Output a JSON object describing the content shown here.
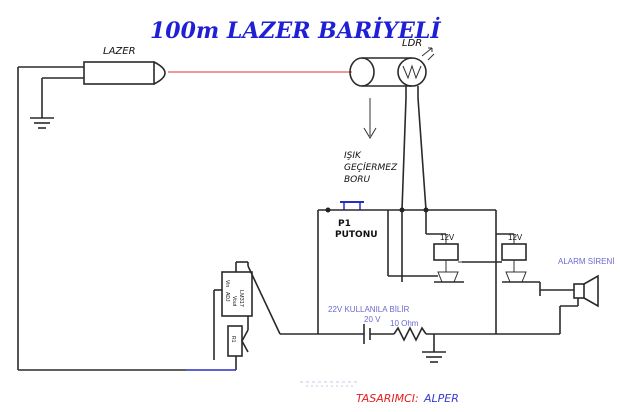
{
  "title": "100m LAZER BARİYELİ",
  "labels": {
    "laser": "LAZER",
    "ldr": "LDR",
    "pipe_line1": "IŞIK",
    "pipe_line2": "GEÇİERMEZ",
    "pipe_line3": "BORU",
    "p1": "P1",
    "p1_name": "PUTONU",
    "relay1_voltage": "12V",
    "relay2_voltage": "12V",
    "alarm": "ALARM SİRENİ",
    "supply_note": "22V KULLANILA BİLİR",
    "supply_voltage": "20 V",
    "resistor": "10  Ohm",
    "regulator": "LM317",
    "reg_vin": "Vin",
    "reg_adj": "ADJ",
    "reg_vout": "Vout",
    "pot": "R1",
    "designer_label": "TASARIMCI:",
    "designer_name": "ALPER"
  },
  "colors": {
    "title": "#1f1fd6",
    "laser_beam": "#e03030",
    "button": "#2a2ac8",
    "designer_label": "#e02020",
    "designer_name": "#3a3ad0",
    "faded_text": "#6a6ad0"
  }
}
